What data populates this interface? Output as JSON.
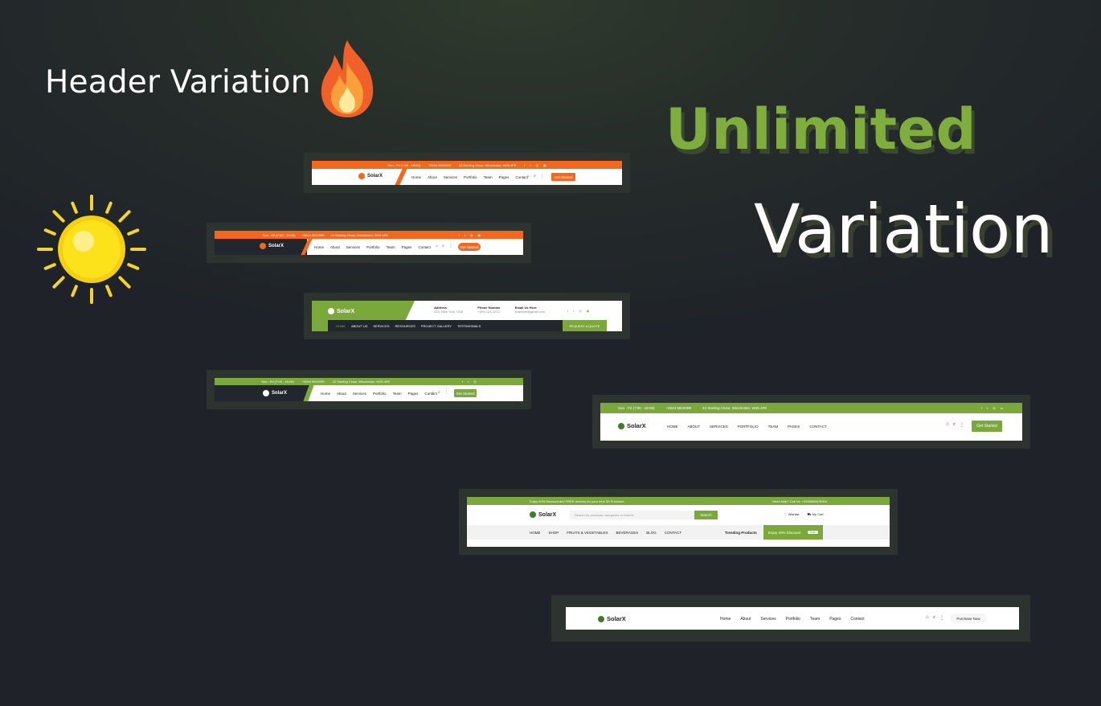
{
  "page": {
    "title": "Header Variation",
    "headline_1": "Unlimited",
    "headline_2": "Variation"
  },
  "icons": {
    "fire": "fire-icon",
    "sun": "sun-icon"
  },
  "colors": {
    "accent_orange": "#f2681f",
    "accent_green": "#7aa83a",
    "background": "#1f2329"
  },
  "brand": "SolarX",
  "h1": {
    "topbar": [
      "Sun - Fri (7:00 - 18:00)",
      "+0044 9922099",
      "22 Sterling Close, Winchester, W25 4FE"
    ],
    "nav": [
      "Home",
      "About",
      "Services",
      "Portfolio",
      "Team",
      "Pages",
      "Contact"
    ],
    "cta": "Get Started"
  },
  "h2": {
    "topbar": [
      "Sun - Fri (7:00 - 18:00)",
      "+0044 9922099",
      "22 Sterling Close, Winchester, W25 4FE"
    ],
    "nav": [
      "Home",
      "About",
      "Services",
      "Portfolio",
      "Team",
      "Pages",
      "Contact"
    ],
    "cta": "Get Started"
  },
  "h3": {
    "address_label": "Address",
    "address_value": "123, New York, USA",
    "phone_label": "Phone Number",
    "phone_value": "+(00) 123-1212",
    "email_label": "Email Us Here",
    "email_value": "example@gmail.com",
    "nav": [
      "HOME",
      "ABOUT US",
      "SERVICES",
      "RESOURCES",
      "PROJECT GALLERY",
      "TESTIMONIALS"
    ],
    "cta": "REQUEST A QUOTE"
  },
  "h4": {
    "topbar": [
      "Sun - Fri (7:00 - 18:00)",
      "+0044 9922099",
      "22 Sterling Close, Winchester, W25 4FE"
    ],
    "nav": [
      "Home",
      "About",
      "Services",
      "Portfolio",
      "Team",
      "Pages",
      "Contact"
    ],
    "cta": "Get Started"
  },
  "h5": {
    "topbar": [
      "Sun - Fri (7:00 - 18:00)",
      "+0044 9922099",
      "22 Sterling Close, Winchester, W25 4FE"
    ],
    "nav": [
      "HOME",
      "ABOUT",
      "SERVICES",
      "PORTFOLIO",
      "TEAM",
      "PAGES",
      "CONTACT"
    ],
    "cta": "Get Started"
  },
  "h6": {
    "promo": "Enjoy 40% Discount and FREE delivery for your next 3X Purchase",
    "help": "Need help? Call Us: +0156666678904",
    "search_placeholder": "Search for products, categories or brands",
    "search_btn": "Search",
    "wishlist": "Wishlist",
    "cart": "My Cart",
    "nav": [
      "HOME",
      "SHOP",
      "FRUITS & VEGETABLES",
      "BEVERAGES",
      "BLOG",
      "CONTACT"
    ],
    "trending": "Trending Products",
    "discount": "Enjoy 40% Discount",
    "discount_tag": "Sale"
  },
  "h7": {
    "nav": [
      "Home",
      "About",
      "Services",
      "Portfolio",
      "Team",
      "Pages",
      "Contact"
    ],
    "cta": "Purchase Now"
  }
}
